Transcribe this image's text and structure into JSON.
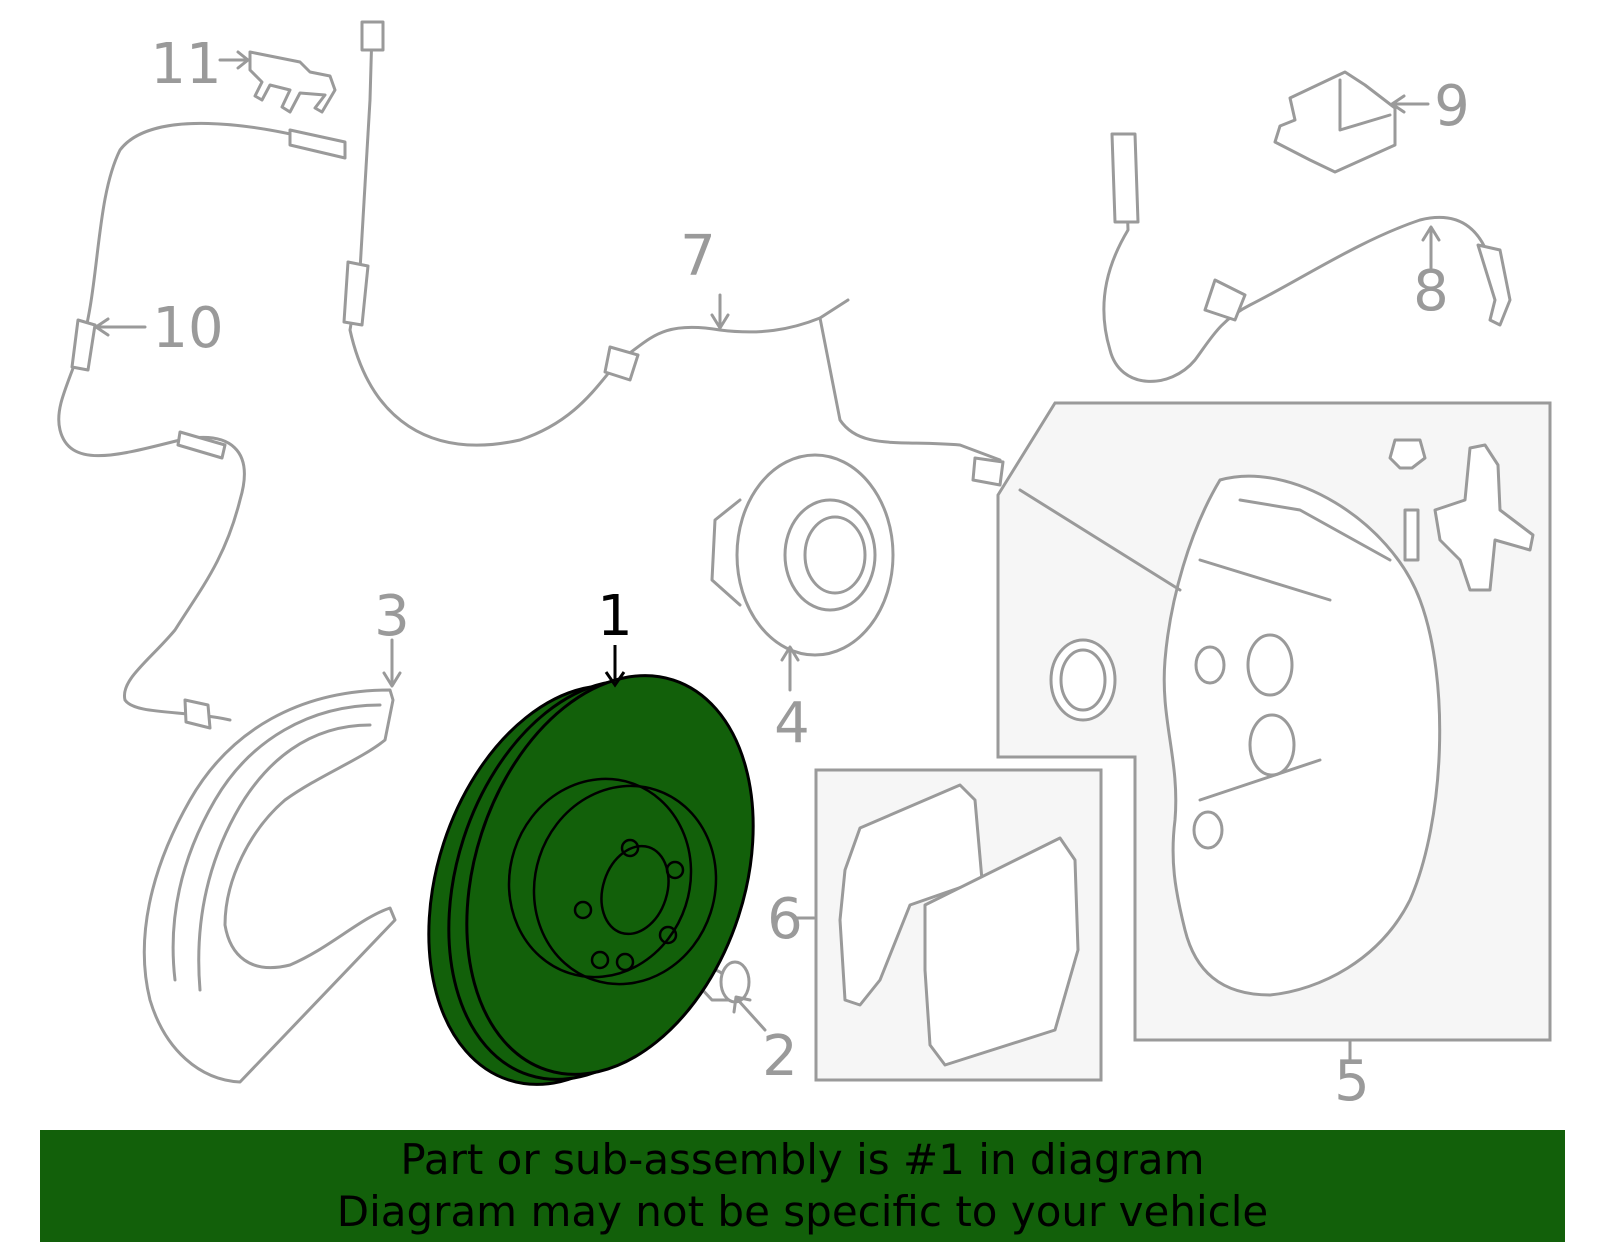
{
  "diagram": {
    "highlight_color": "#12600a",
    "line_color": "#9a9a9a",
    "highlighted_part": "1",
    "callouts": {
      "c1": "1",
      "c2": "2",
      "c3": "3",
      "c4": "4",
      "c5": "5",
      "c6": "6",
      "c7": "7",
      "c8": "8",
      "c9": "9",
      "c10": "10",
      "c11": "11"
    }
  },
  "banner": {
    "line1": "Part or sub-assembly is #1 in diagram",
    "line2": "Diagram may not be specific to your vehicle"
  }
}
